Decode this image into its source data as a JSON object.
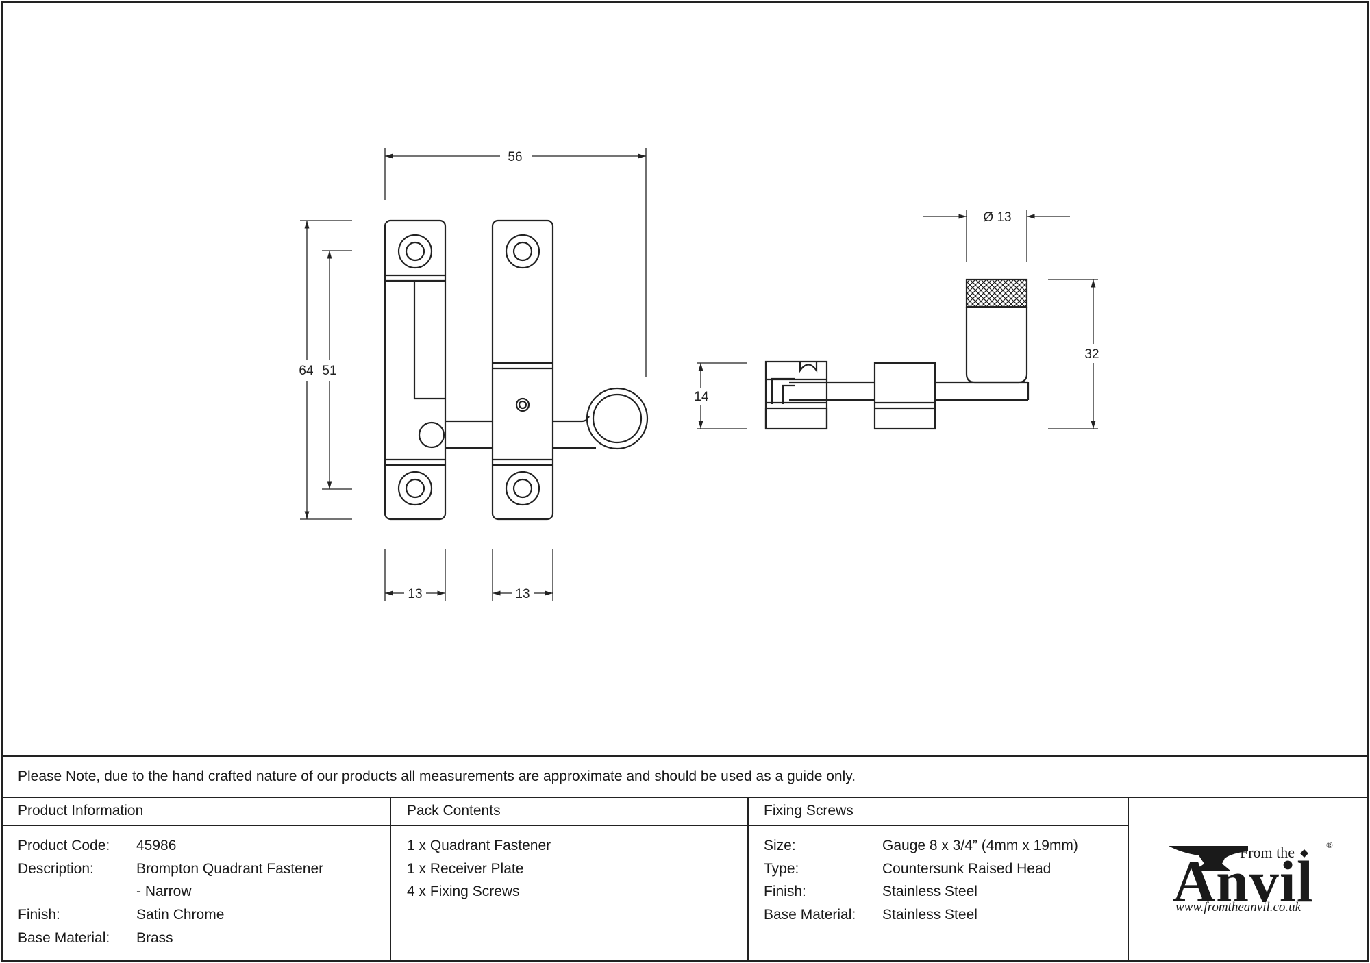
{
  "dimensions": {
    "overall_width": "56",
    "height_outer": "64",
    "height_inner": "51",
    "plate_width_left": "13",
    "plate_width_right": "13",
    "knob_diameter": "Ø 13",
    "side_base_height": "14",
    "side_total_height": "32"
  },
  "note": "Please Note, due to the hand crafted nature of our products all measurements are approximate and should be used as a guide only.",
  "product_info": {
    "heading": "Product Information",
    "rows": [
      {
        "label": "Product Code:",
        "value": "45986"
      },
      {
        "label": "Description:",
        "value": "Brompton Quadrant Fastener"
      },
      {
        "label": "",
        "value": "- Narrow"
      },
      {
        "label": "Finish:",
        "value": "Satin Chrome"
      },
      {
        "label": "Base Material:",
        "value": "Brass"
      }
    ]
  },
  "pack_contents": {
    "heading": "Pack Contents",
    "items": [
      "1 x Quadrant Fastener",
      "1 x Receiver Plate",
      "4 x Fixing Screws"
    ]
  },
  "fixing_screws": {
    "heading": "Fixing Screws",
    "rows": [
      {
        "label": "Size:",
        "value": "Gauge 8 x 3/4” (4mm x 19mm)"
      },
      {
        "label": "Type:",
        "value": "Countersunk Raised Head"
      },
      {
        "label": "Finish:",
        "value": "Stainless Steel"
      },
      {
        "label": "Base Material:",
        "value": "Stainless Steel"
      }
    ]
  },
  "logo": {
    "small": "From the",
    "big": "Anvil",
    "reg": "®",
    "url": "www.fromtheanvil.co.uk"
  }
}
